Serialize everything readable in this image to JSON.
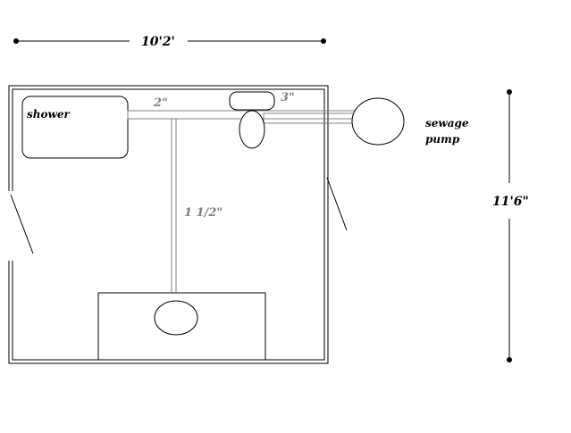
{
  "dimensions": {
    "width": "10'2'",
    "height": "11'6\""
  },
  "fixtures": {
    "shower": "shower",
    "sewage_pump_line1": "sewage",
    "sewage_pump_line2": "pump"
  },
  "pipes": {
    "main": "2\"",
    "toilet": "3\"",
    "sink": "1 1/2\""
  },
  "colors": {
    "line": "#000000",
    "pipe_label": "#808080"
  }
}
